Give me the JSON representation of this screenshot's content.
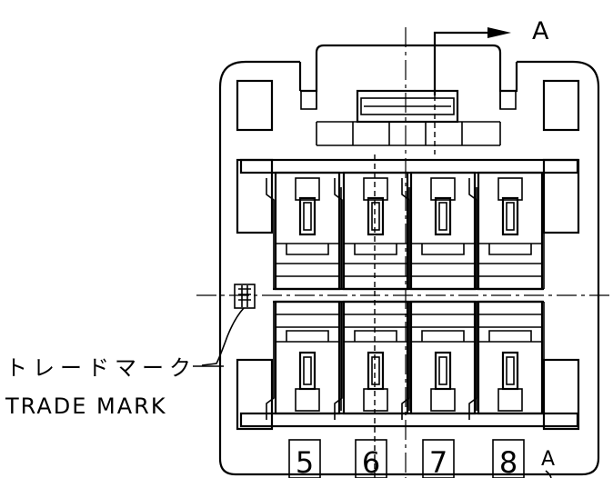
{
  "section_label": "A",
  "section_label_bottom": "A",
  "callout": {
    "japanese": "トレードマーク",
    "english": "TRADE MARK"
  },
  "pin_numbers": [
    "5",
    "6",
    "7",
    "8"
  ]
}
